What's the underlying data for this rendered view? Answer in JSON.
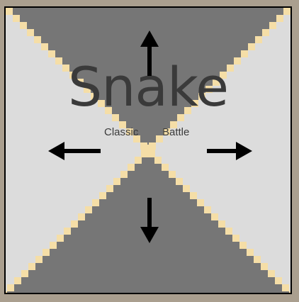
{
  "game": {
    "title": "Snake",
    "modes": [
      "Classic",
      "Battle"
    ]
  },
  "controls": {
    "up": "arrow-up-icon",
    "down": "arrow-down-icon",
    "left": "arrow-left-icon",
    "right": "arrow-right-icon"
  },
  "colors": {
    "background": "#aa9f8f",
    "board_light": "#dcdcdc",
    "board_dark": "#767676",
    "snake_path": "#f5dea7",
    "arrow": "#000000",
    "text": "#3a3a3a",
    "frame": "#000000"
  }
}
